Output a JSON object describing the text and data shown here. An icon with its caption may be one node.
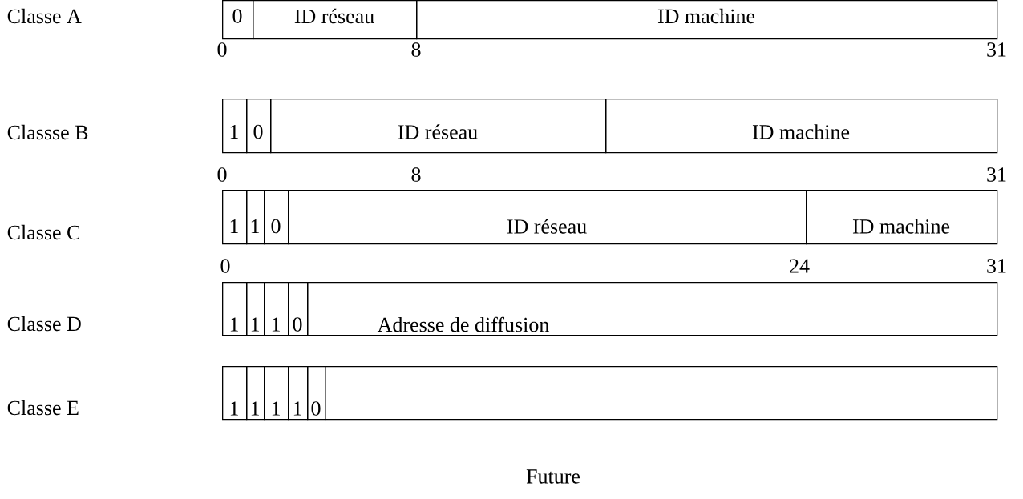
{
  "diagram": {
    "nodes": [
      {
        "text": [
          "0"
        ]
      },
      {
        "text": [
          "ID réseau"
        ]
      },
      {
        "text": [
          "ID machine"
        ]
      },
      {
        "text": [
          "1"
        ]
      },
      {
        "text": [
          "0"
        ]
      },
      {
        "text": [
          "ID réseau"
        ]
      },
      {
        "text": [
          "ID machine"
        ]
      },
      {
        "text": [
          "1"
        ]
      },
      {
        "text": [
          "1"
        ]
      },
      {
        "text": [
          "0"
        ]
      },
      {
        "text": [
          "ID réseau"
        ]
      },
      {
        "text": [
          "ID machine"
        ]
      },
      {
        "text": [
          "1"
        ]
      },
      {
        "text": [
          "1"
        ]
      },
      {
        "text": [
          "1"
        ]
      },
      {
        "text": [
          "0"
        ]
      },
      {
        "text": [
          "Adresse de diffusion"
        ]
      },
      {
        "text": [
          "1"
        ]
      },
      {
        "text": [
          "1"
        ]
      },
      {
        "text": [
          "1"
        ]
      },
      {
        "text": [
          "1"
        ]
      },
      {
        "text": [
          "0"
        ]
      },
      {
        "text": [],
        "shape": "box"
      }
    ],
    "labels": [
      "Classe A",
      "0",
      "8",
      "31",
      "Classse B",
      "0",
      "8",
      "31",
      "Classe C",
      "0",
      "24",
      "31",
      "Classe D",
      "Classe E",
      "Future"
    ]
  }
}
